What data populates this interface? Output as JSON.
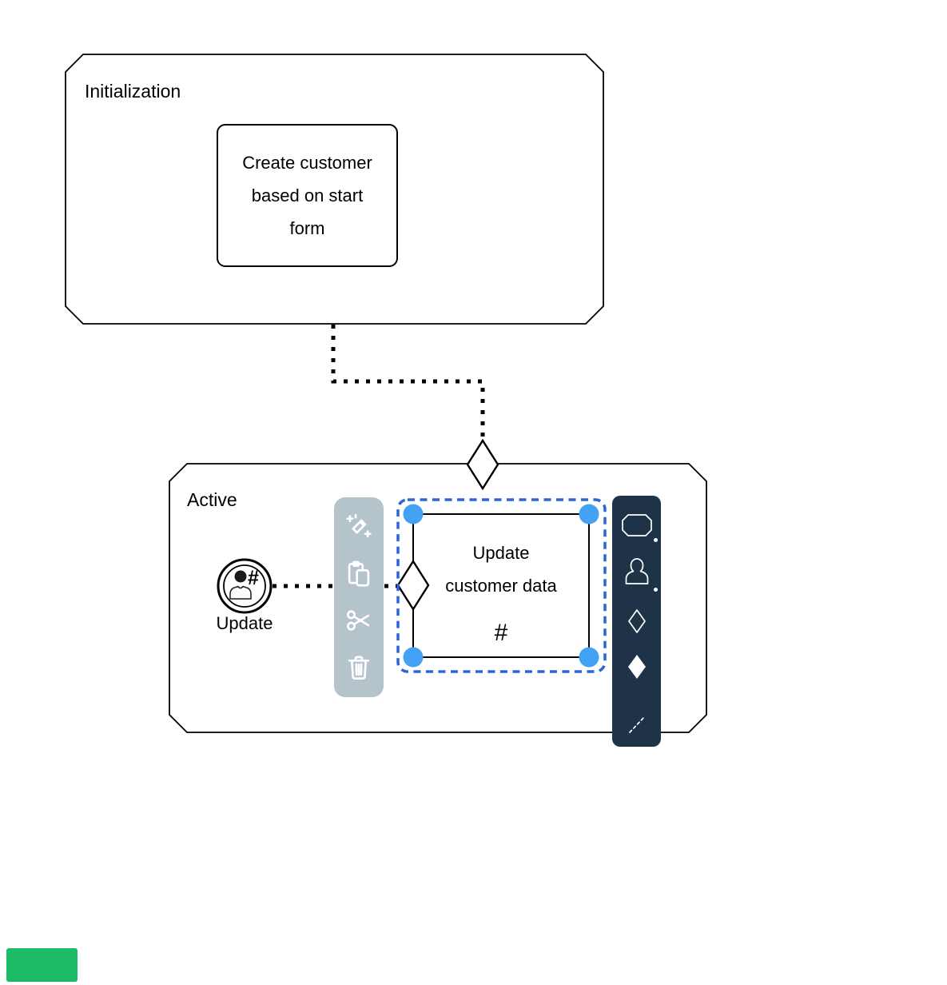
{
  "diagram": {
    "initialization_stage": {
      "label": "Initialization",
      "task": {
        "lines": [
          "Create customer",
          "based on start",
          "form"
        ]
      }
    },
    "active_stage": {
      "label": "Active",
      "event_listener": {
        "label": "Update",
        "decorator": "#"
      },
      "selected_task": {
        "lines": [
          "Update",
          "customer data"
        ],
        "repetition_marker": "#"
      }
    }
  },
  "context_pad": {
    "items": [
      {
        "icon": "magic-wand-icon",
        "action": "append"
      },
      {
        "icon": "paste-icon",
        "action": "paste"
      },
      {
        "icon": "cut-icon",
        "action": "cut"
      },
      {
        "icon": "delete-icon",
        "action": "delete"
      }
    ]
  },
  "palette": {
    "items": [
      {
        "icon": "stage-icon",
        "action": "create-stage"
      },
      {
        "icon": "human-task-icon",
        "action": "create-human-task"
      },
      {
        "icon": "entry-criterion-icon",
        "action": "create-entry-criterion"
      },
      {
        "icon": "exit-criterion-icon",
        "action": "create-exit-criterion"
      },
      {
        "icon": "connection-icon",
        "action": "create-connection"
      }
    ]
  },
  "colors": {
    "selection_border": "#2c66d4",
    "selection_handle": "#44a2f4",
    "context_pad_bg": "#b5c3ca",
    "palette_bg": "#1f3348",
    "watermark_green": "#1fba66",
    "stroke": "#000000"
  }
}
